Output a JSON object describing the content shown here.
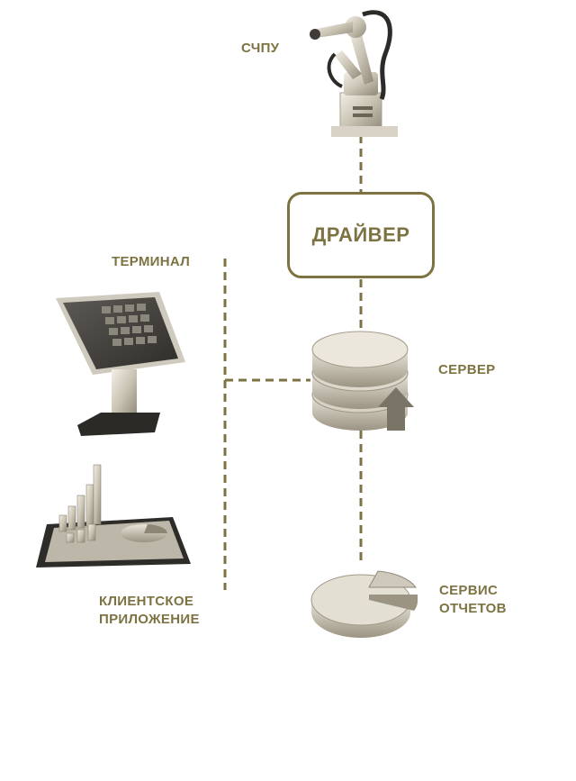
{
  "nodes": {
    "cnc": {
      "label": "СЧПУ",
      "icon": "robot-arm-icon"
    },
    "driver": {
      "label": "ДРАЙВЕР"
    },
    "terminal": {
      "label": "ТЕРМИНАЛ",
      "icon": "touchscreen-kiosk-icon"
    },
    "server": {
      "label": "СЕРВЕР",
      "icon": "database-server-icon"
    },
    "client_app": {
      "label": "КЛИЕНТСКОЕ\nПРИЛОЖЕНИЕ",
      "icon": "tablet-chart-icon"
    },
    "report_service": {
      "label": "СЕРВИС\nОТЧЕТОВ",
      "icon": "pie-chart-icon"
    }
  },
  "colors": {
    "accent": "#7d7342",
    "connector": "#7d7342"
  }
}
